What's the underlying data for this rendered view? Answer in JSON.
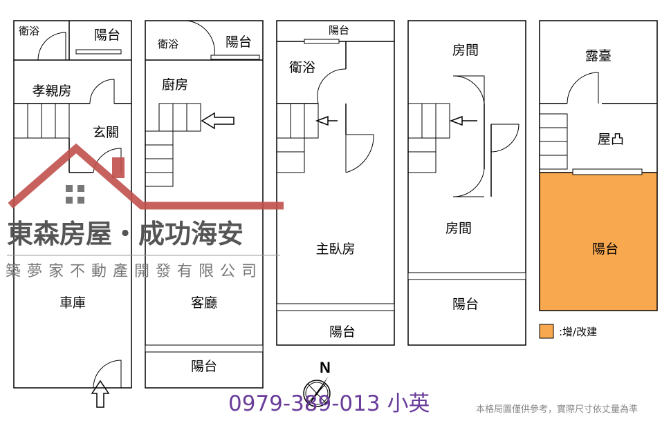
{
  "floors": [
    {
      "rooms": [
        "衛浴",
        "陽台",
        "孝親房",
        "玄關",
        "車庫"
      ]
    },
    {
      "rooms": [
        "衛浴",
        "陽台",
        "廚房",
        "客廳",
        "陽台"
      ]
    },
    {
      "rooms": [
        "陽台",
        "衛浴",
        "主臥房",
        "陽台"
      ]
    },
    {
      "rooms": [
        "房間",
        "房間",
        "陽台"
      ]
    },
    {
      "rooms": [
        "露臺",
        "屋凸",
        "陽台"
      ]
    }
  ],
  "legend": {
    "label": ":增/改建",
    "color": "#f8a84f"
  },
  "compass": {
    "north": "N"
  },
  "watermark": {
    "brand": "東森房屋・成功海安",
    "company": "築夢家不動產開發有限公司",
    "color": "#c0504d"
  },
  "contact": {
    "phone": "0979-389-013 小英"
  },
  "disclaimer": "本格局圖僅供參考，實際尺寸依丈量為準"
}
